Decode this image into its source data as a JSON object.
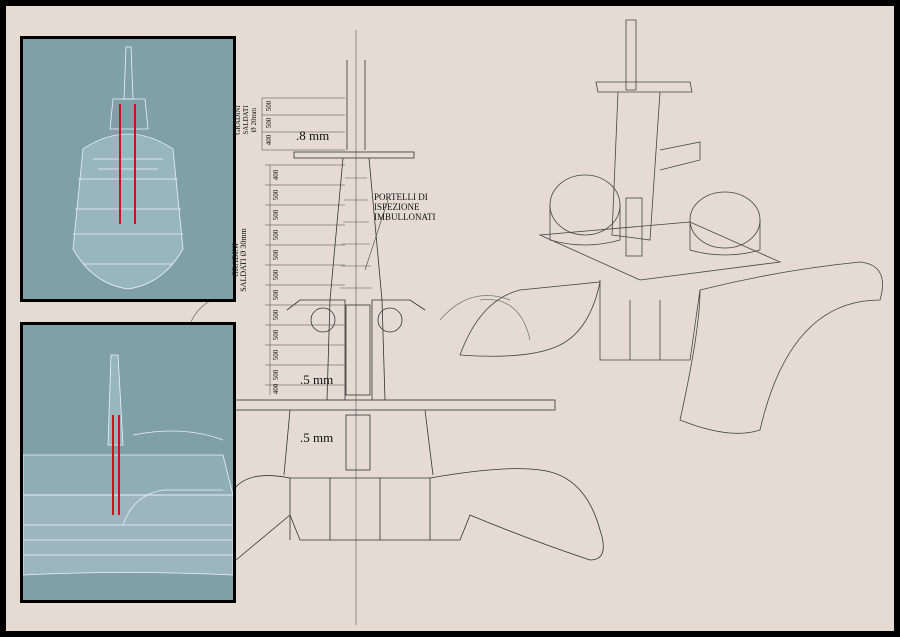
{
  "annotations": {
    "thickness_top": ".8 mm",
    "thickness_mid": ".5 mm",
    "thickness_low": ".5 mm",
    "inspection_note": [
      "PORTELLI DI",
      "ISPEZIONE",
      "IMBULLONATI"
    ],
    "upper_steps_label": [
      "GRADINI",
      "SALDATI",
      "Ø 20mm"
    ],
    "lower_steps_label": [
      "GRADINI",
      "SALDATI Ø 30mm"
    ],
    "upper_dims": [
      "500",
      "500",
      "400"
    ],
    "lower_dims": [
      "400",
      "500",
      "500",
      "500",
      "500",
      "500",
      "500",
      "500",
      "500",
      "500",
      "500",
      "400"
    ]
  }
}
